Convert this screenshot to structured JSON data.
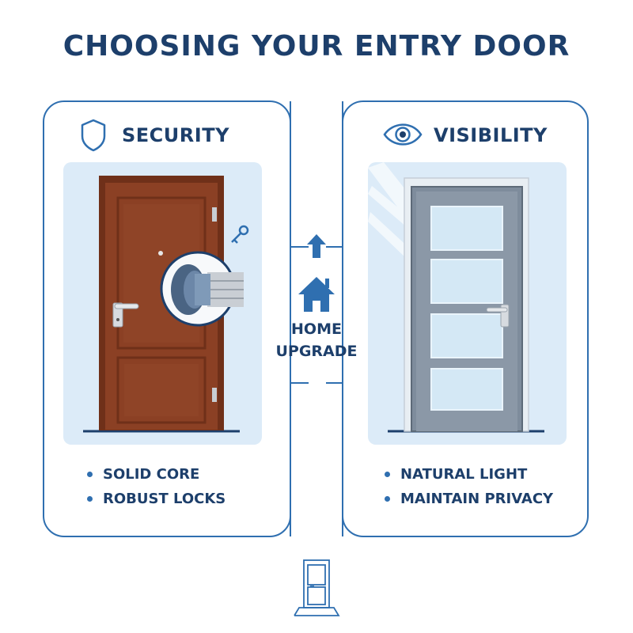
{
  "title": "CHOOSING YOUR ENTRY DOOR",
  "center": {
    "line1": "HOME",
    "line2": "UPGRADE",
    "icon_up": "up-arrow-icon",
    "icon_home": "house-icon"
  },
  "panels": [
    {
      "heading": "SECURITY",
      "icon": "shield-icon",
      "bullets": [
        "SOLID CORE",
        "ROBUST LOCKS"
      ]
    },
    {
      "heading": "VISIBILITY",
      "icon": "eye-icon",
      "bullets": [
        "NATURAL LIGHT",
        "MAINTAIN PRIVACY"
      ]
    }
  ],
  "colors": {
    "accent": "#2f6fb0",
    "text": "#1d3f6b",
    "panel_bg": "#dcebf8",
    "door_wood": "#8a3f23",
    "door_grey": "#8593a3"
  },
  "footer_icon": "door-icon"
}
